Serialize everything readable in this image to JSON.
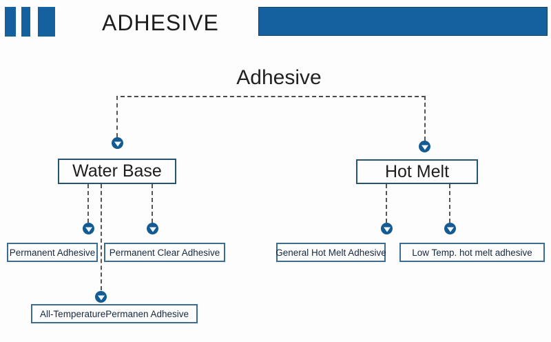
{
  "header": {
    "brand_title": "ADHESIVE",
    "accent_color": "#15609f"
  },
  "icons": {
    "arrow_down_icon": "▼ white triangle inside solid blue circle"
  },
  "tree": {
    "root": {
      "label": "Adhesive"
    },
    "branches": [
      {
        "label": "Water Base",
        "children": [
          {
            "label": "Permanent Adhesive"
          },
          {
            "label": "Permanent Clear Adhesive"
          },
          {
            "label": "All-TemperaturePermanen Adhesive"
          }
        ]
      },
      {
        "label": "Hot Melt",
        "children": [
          {
            "label": "General Hot Melt Adhesive"
          },
          {
            "label": "Low Temp. hot melt adhesive"
          }
        ]
      }
    ]
  }
}
